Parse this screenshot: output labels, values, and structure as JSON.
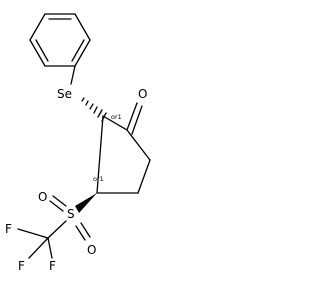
{
  "molecule": {
    "atoms": {
      "se": "Se",
      "o_ketone": "O",
      "s": "S",
      "o_sulfonyl_top": "O",
      "o_sulfonyl_bottom": "O",
      "f_left": "F",
      "f_bottom_left": "F",
      "f_bottom_right": "F"
    },
    "stereo_labels": {
      "c2": "or1",
      "c3": "or1"
    }
  }
}
